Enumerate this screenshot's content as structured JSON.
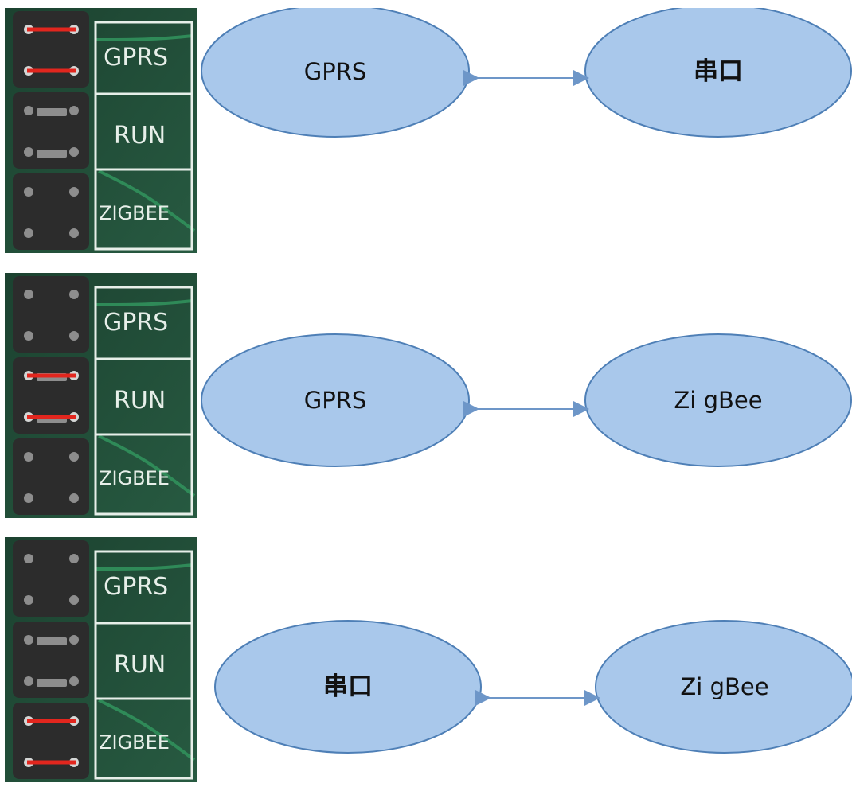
{
  "board_labels": {
    "gprs": "GPRS",
    "run": "RUN",
    "zigbee": "ZIGBEE"
  },
  "rows": [
    {
      "active_jumper": "GPRS",
      "left_node": "GPRS",
      "right_node": "串口"
    },
    {
      "active_jumper": "RUN",
      "left_node": "GPRS",
      "right_node": "Zi gBee"
    },
    {
      "active_jumper": "ZIGBEE",
      "left_node": "串口",
      "right_node": "Zi gBee"
    }
  ],
  "colors": {
    "board_green": "#1f4b35",
    "trace_green": "#2f8a58",
    "silkscreen": "#e7efe9",
    "active_red": "#e2261e",
    "ellipse_fill": "#a9c8eb",
    "ellipse_stroke": "#4e7fb6",
    "arrow": "#6d96c8"
  }
}
